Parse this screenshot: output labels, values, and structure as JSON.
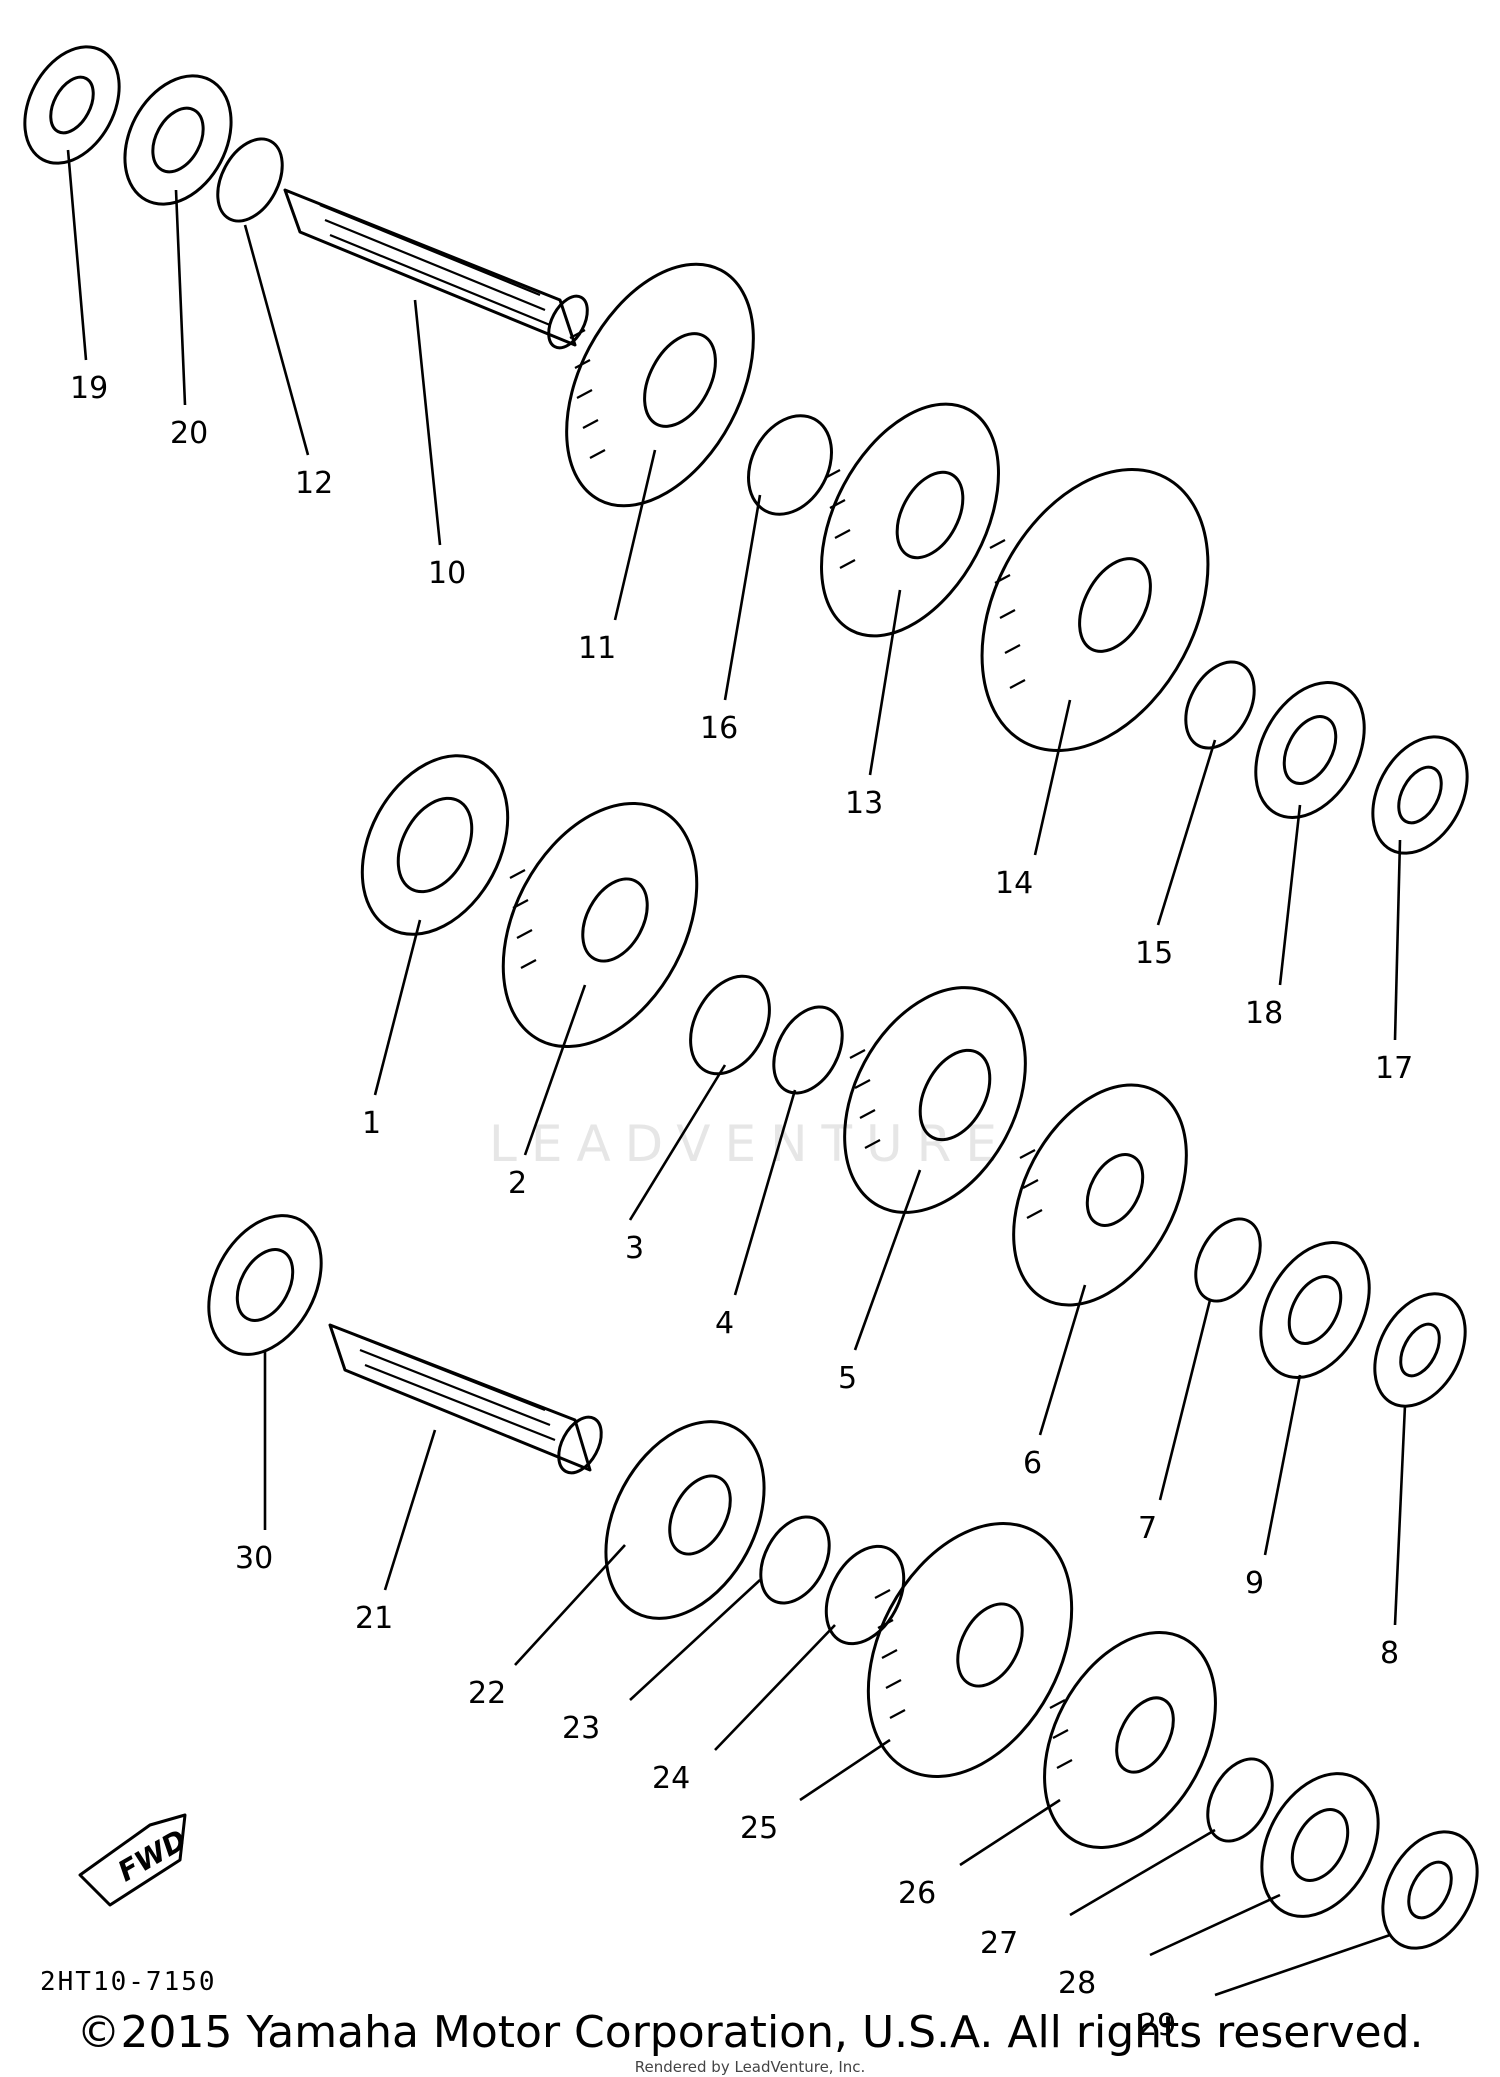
{
  "part_numbers": [
    "1",
    "2",
    "3",
    "4",
    "5",
    "6",
    "7",
    "8",
    "9",
    "10",
    "11",
    "12",
    "13",
    "14",
    "15",
    "16",
    "17",
    "18",
    "19",
    "20",
    "21",
    "22",
    "23",
    "24",
    "25",
    "26",
    "27",
    "28",
    "29",
    "30"
  ],
  "fwd_label": "FWD",
  "diagram_code": "2HT10-7150",
  "watermark": "LEADVENTURE",
  "copyright": "©2015 Yamaha Motor Corporation, U.S.A. All rights reserved.",
  "render_note": "Rendered by LeadVenture, Inc."
}
